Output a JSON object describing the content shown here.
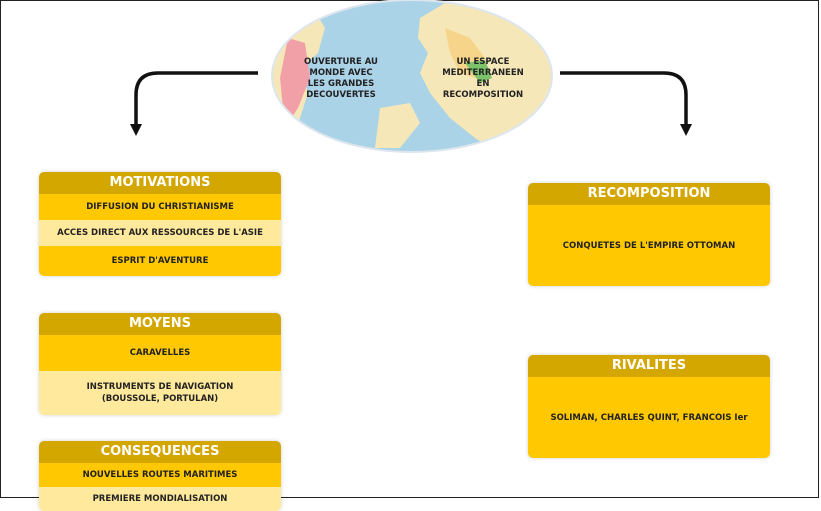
{
  "globe": {
    "left_text": "OUVERTURE AU\nMONDE AVEC\nLES GRANDES\nDECOUVERTES",
    "right_text": "UN ESPACE\nMEDITERRANEEN\nEN RECOMPOSITION"
  },
  "motivations": {
    "title": "MOTIVATIONS",
    "items": [
      "DIFFUSION DU CHRISTIANISME",
      "ACCES DIRECT AUX RESSOURCES DE L'ASIE",
      "ESPRIT D'AVENTURE"
    ]
  },
  "moyens": {
    "title": "MOYENS",
    "items": [
      "CARAVELLES",
      "INSTRUMENTS DE NAVIGATION\n(BOUSSOLE, PORTULAN)"
    ]
  },
  "consequences": {
    "title": "CONSEQUENCES",
    "items": [
      "NOUVELLES ROUTES MARITIMES",
      "PREMIERE MONDIALISATION"
    ]
  },
  "recomposition": {
    "title": "RECOMPOSITION",
    "text": "CONQUETES DE L'EMPIRE OTTOMAN"
  },
  "rivalites": {
    "title": "RIVALITES",
    "text": "SOLIMAN, CHARLES QUINT, FRANCOIS Ier"
  },
  "colors": {
    "header": "#d3a600",
    "row_dark": "#ffc800",
    "row_light": "#ffe99c"
  }
}
